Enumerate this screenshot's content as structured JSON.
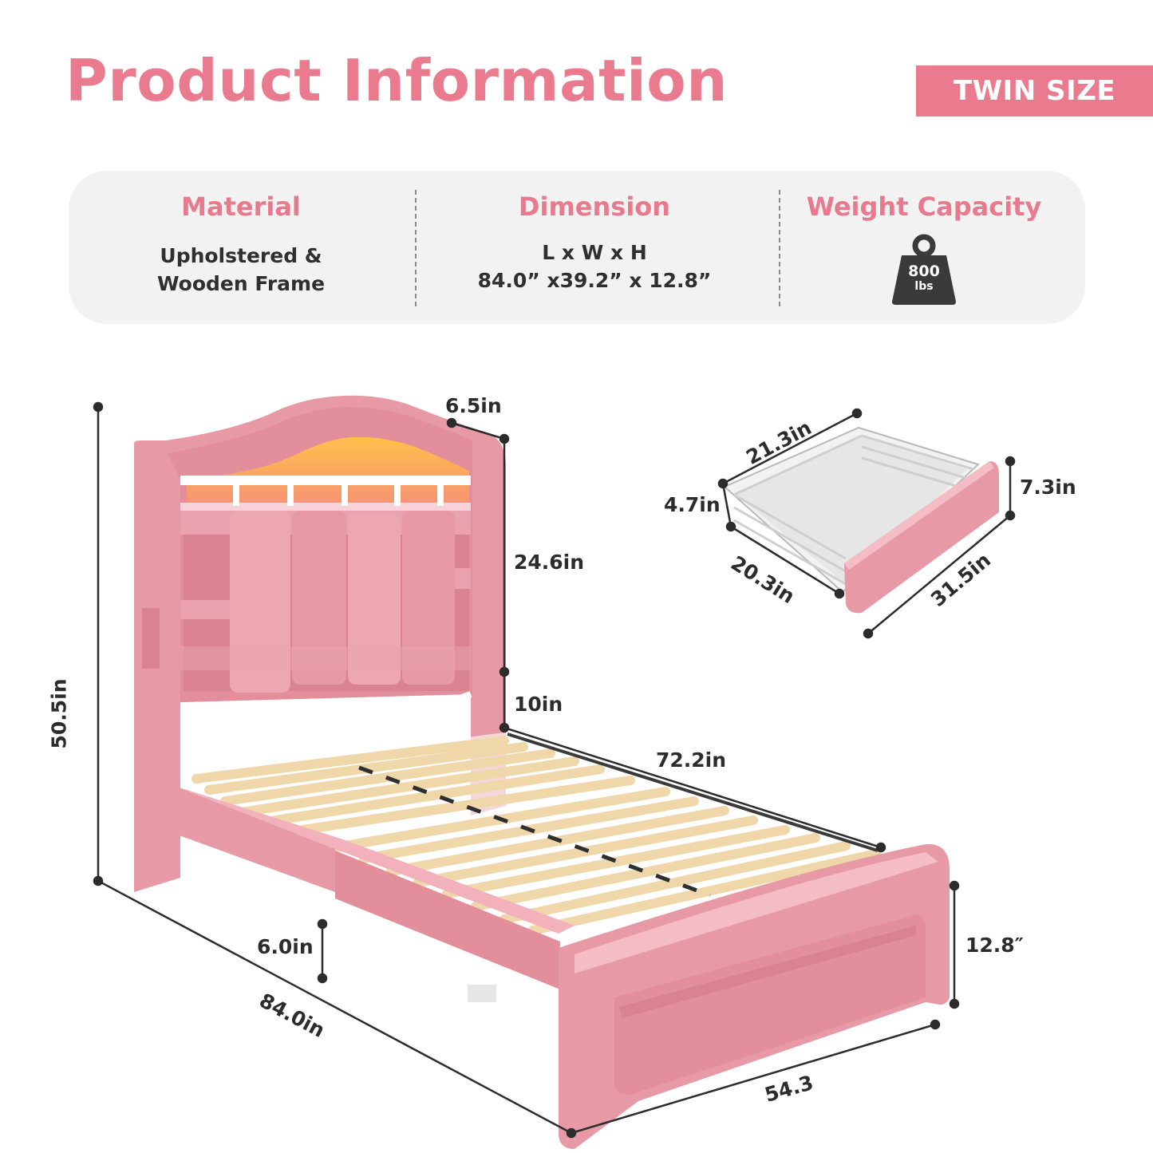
{
  "title": "Product Information",
  "badge": "TWIN SIZE",
  "info": {
    "material": {
      "heading": "Material",
      "lines": [
        "Upholstered &",
        "Wooden Frame"
      ]
    },
    "dimension": {
      "heading": "Dimension",
      "lines": [
        "L x W x H",
        "84.0” x39.2” x 12.8”"
      ]
    },
    "weight": {
      "heading": "Weight Capacity",
      "value": "800",
      "unit": "lbs",
      "icon": "weight-icon"
    }
  },
  "bed_dimensions": {
    "total_height": "50.5in",
    "shelf_depth": "6.5in",
    "headboard_height": "24.6in",
    "headboard_clearance": "10in",
    "side_length": "72.2in",
    "total_length": "84.0in",
    "under_clearance": "6.0in",
    "width": "54.3",
    "footboard_height": "12.8″"
  },
  "drawer_dimensions": {
    "depth_top": "21.3in",
    "inner_height": "4.7in",
    "depth_bottom": "20.3in",
    "front_height": "7.3in",
    "front_width": "31.5in"
  },
  "colors": {
    "accent": "#ea7a8e",
    "upholstery": "#e79aa6",
    "upholstery_dark": "#d98290",
    "slat": "#f0d7aa",
    "panel": "#f2f2f2"
  }
}
